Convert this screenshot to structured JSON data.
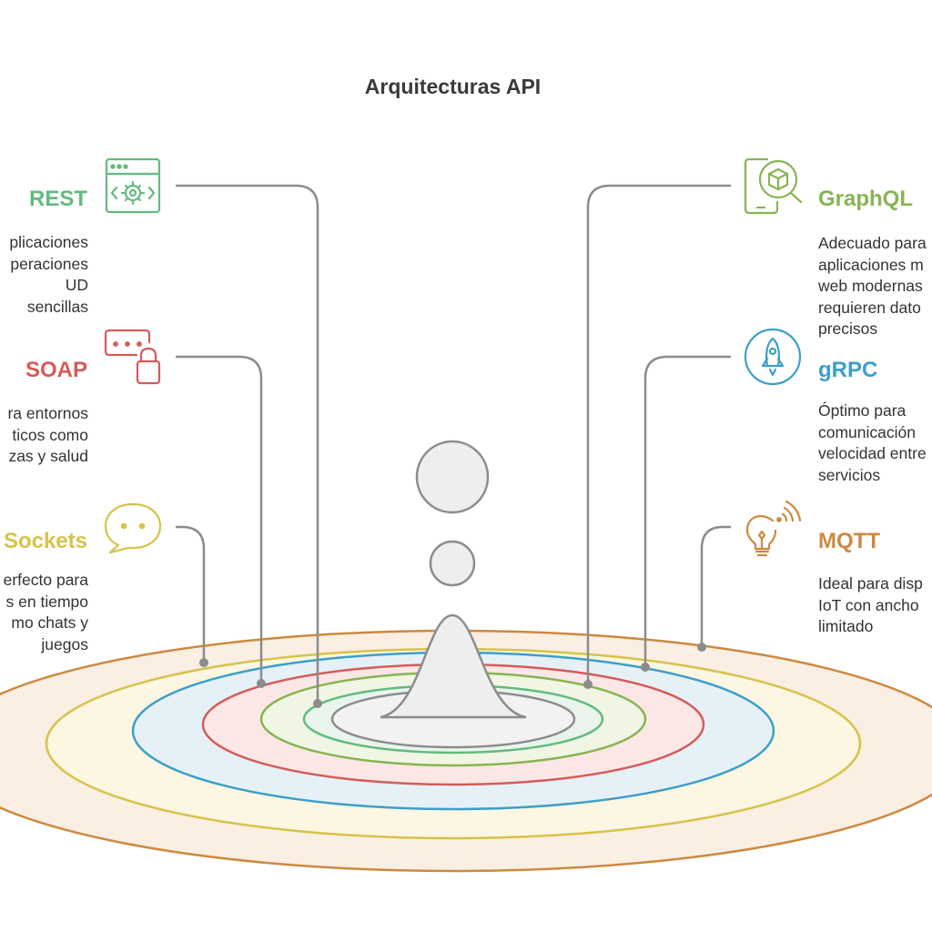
{
  "title": "Arquitecturas API",
  "colors": {
    "rest": "#63bb7e",
    "soap": "#d35c5a",
    "websockets": "#d6c34a",
    "graphql": "#88b453",
    "grpc": "#3d9fc8",
    "mqtt": "#cc8a40",
    "connector": "#8c8c8c",
    "drop": "#eeeeee"
  },
  "items": {
    "rest": {
      "name": "REST",
      "icon": "browser-gear-icon",
      "description": "plicaciones\nperaciones\nUD sencillas"
    },
    "soap": {
      "name": "SOAP",
      "icon": "password-lock-icon",
      "description": "ra entornos\nticos como\nzas y salud"
    },
    "websockets": {
      "name": "Sockets",
      "icon": "chat-bubble-icon",
      "description": "erfecto para\ns en tiempo\nmo chats y\njuegos"
    },
    "graphql": {
      "name": "GraphQL",
      "icon": "mobile-cube-search-icon",
      "description": "Adecuado para\naplicaciones m\nweb modernas\nrequieren dato\nprecisos"
    },
    "grpc": {
      "name": "gRPC",
      "icon": "rocket-icon",
      "description": "Óptimo para\ncomunicación\nvelocidad entre\nservicios"
    },
    "mqtt": {
      "name": "MQTT",
      "icon": "smart-bulb-icon",
      "description": "Ideal para disp\nIoT con ancho\nlimitado"
    }
  }
}
